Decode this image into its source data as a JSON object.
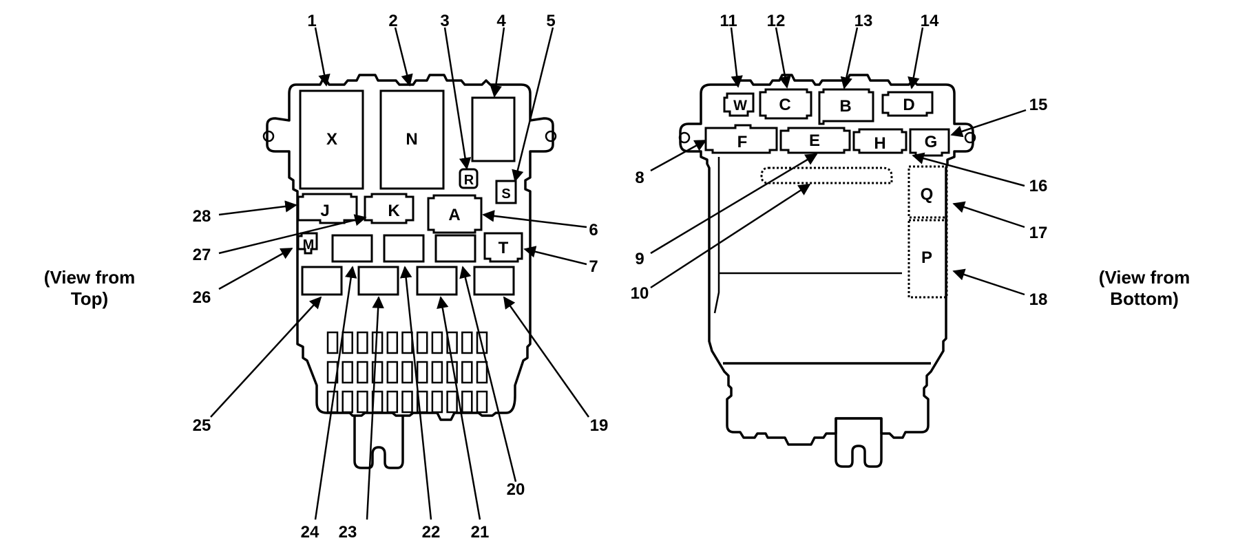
{
  "diagram": {
    "title": "Fuse/Relay Box Connector Locations",
    "left_view": {
      "caption_line1": "(View from",
      "caption_line2": "Top)",
      "connectors": {
        "X": "X",
        "N": "N",
        "R": "R",
        "S": "S",
        "J": "J",
        "K": "K",
        "A": "A",
        "M": "M",
        "T": "T"
      },
      "callouts": [
        "1",
        "2",
        "3",
        "4",
        "5",
        "6",
        "7",
        "19",
        "20",
        "21",
        "22",
        "23",
        "24",
        "25",
        "26",
        "27",
        "28"
      ],
      "pin_grid": {
        "rows": 3,
        "columns": 11
      }
    },
    "right_view": {
      "caption_line1": "(View from",
      "caption_line2": "Bottom)",
      "connectors": {
        "W": "W",
        "C": "C",
        "B": "B",
        "D": "D",
        "F": "F",
        "E": "E",
        "H": "H",
        "G": "G",
        "Q": "Q",
        "P": "P"
      },
      "callouts": [
        "8",
        "9",
        "10",
        "11",
        "12",
        "13",
        "14",
        "15",
        "16",
        "17",
        "18"
      ]
    }
  }
}
